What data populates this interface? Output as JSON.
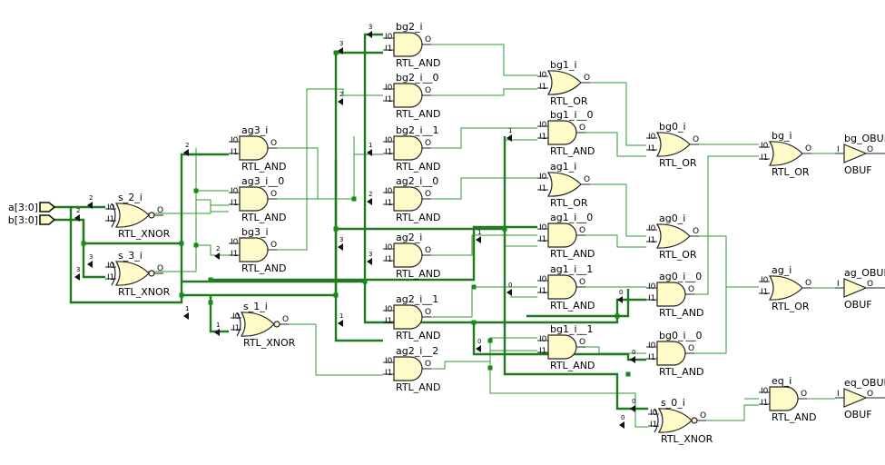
{
  "diagram": {
    "ports": [
      {
        "id": "a",
        "label": "a[3:0]",
        "dir": "in"
      },
      {
        "id": "b",
        "label": "b[3:0]",
        "dir": "in"
      }
    ],
    "cells": [
      {
        "id": "s_2_i",
        "name": "s_2_i",
        "type": "RTL_XNOR"
      },
      {
        "id": "s_3_i",
        "name": "s_3_i",
        "type": "RTL_XNOR"
      },
      {
        "id": "s_1_i",
        "name": "s_1_i",
        "type": "RTL_XNOR"
      },
      {
        "id": "ag3_i",
        "name": "ag3_i",
        "type": "RTL_AND"
      },
      {
        "id": "ag3_i__0",
        "name": "ag3_i__0",
        "type": "RTL_AND"
      },
      {
        "id": "bg3_i",
        "name": "bg3_i",
        "type": "RTL_AND"
      },
      {
        "id": "bg2_i",
        "name": "bg2_i",
        "type": "RTL_AND"
      },
      {
        "id": "bg2_i__0",
        "name": "bg2_i__0",
        "type": "RTL_AND"
      },
      {
        "id": "bg2_i__1",
        "name": "bg2_i__1",
        "type": "RTL_AND"
      },
      {
        "id": "ag2_i__0",
        "name": "ag2_i__0",
        "type": "RTL_AND"
      },
      {
        "id": "ag2_i",
        "name": "ag2_i",
        "type": "RTL_AND"
      },
      {
        "id": "ag2_i__1",
        "name": "ag2_i__1",
        "type": "RTL_AND"
      },
      {
        "id": "ag2_i__2",
        "name": "ag2_i__2",
        "type": "RTL_AND"
      },
      {
        "id": "bg1_i",
        "name": "bg1_i",
        "type": "RTL_OR"
      },
      {
        "id": "bg1_i__0",
        "name": "bg1_i__0",
        "type": "RTL_AND"
      },
      {
        "id": "ag1_i",
        "name": "ag1_i",
        "type": "RTL_OR"
      },
      {
        "id": "ag1_i__0",
        "name": "ag1_i__0",
        "type": "RTL_AND"
      },
      {
        "id": "ag1_i__1",
        "name": "ag1_i__1",
        "type": "RTL_AND"
      },
      {
        "id": "bg1_i__1",
        "name": "bg1_i__1",
        "type": "RTL_AND"
      },
      {
        "id": "bg0_i",
        "name": "bg0_i",
        "type": "RTL_OR"
      },
      {
        "id": "ag0_i",
        "name": "ag0_i",
        "type": "RTL_OR"
      },
      {
        "id": "ag0_i__0",
        "name": "ag0_i__0",
        "type": "RTL_AND"
      },
      {
        "id": "bg0_i__0",
        "name": "bg0_i__0",
        "type": "RTL_AND"
      },
      {
        "id": "s_0_i",
        "name": "s_0_i",
        "type": "RTL_XNOR"
      },
      {
        "id": "bg_i",
        "name": "bg_i",
        "type": "RTL_OR"
      },
      {
        "id": "ag_i",
        "name": "ag_i",
        "type": "RTL_OR"
      },
      {
        "id": "eq_i",
        "name": "eq_i",
        "type": "RTL_AND"
      },
      {
        "id": "bg_OBUF_inst",
        "name": "bg_OBUF",
        "type": "OBUF"
      },
      {
        "id": "ag_OBUF_inst",
        "name": "ag_OBUF",
        "type": "OBUF"
      },
      {
        "id": "eq_OBUF_inst",
        "name": "eq_OBUF",
        "type": "OBUF"
      }
    ],
    "pin_labels": {
      "in0": "I0",
      "in1": "I1",
      "out": "O"
    },
    "bit_indices": [
      "0",
      "1",
      "2",
      "3"
    ]
  }
}
